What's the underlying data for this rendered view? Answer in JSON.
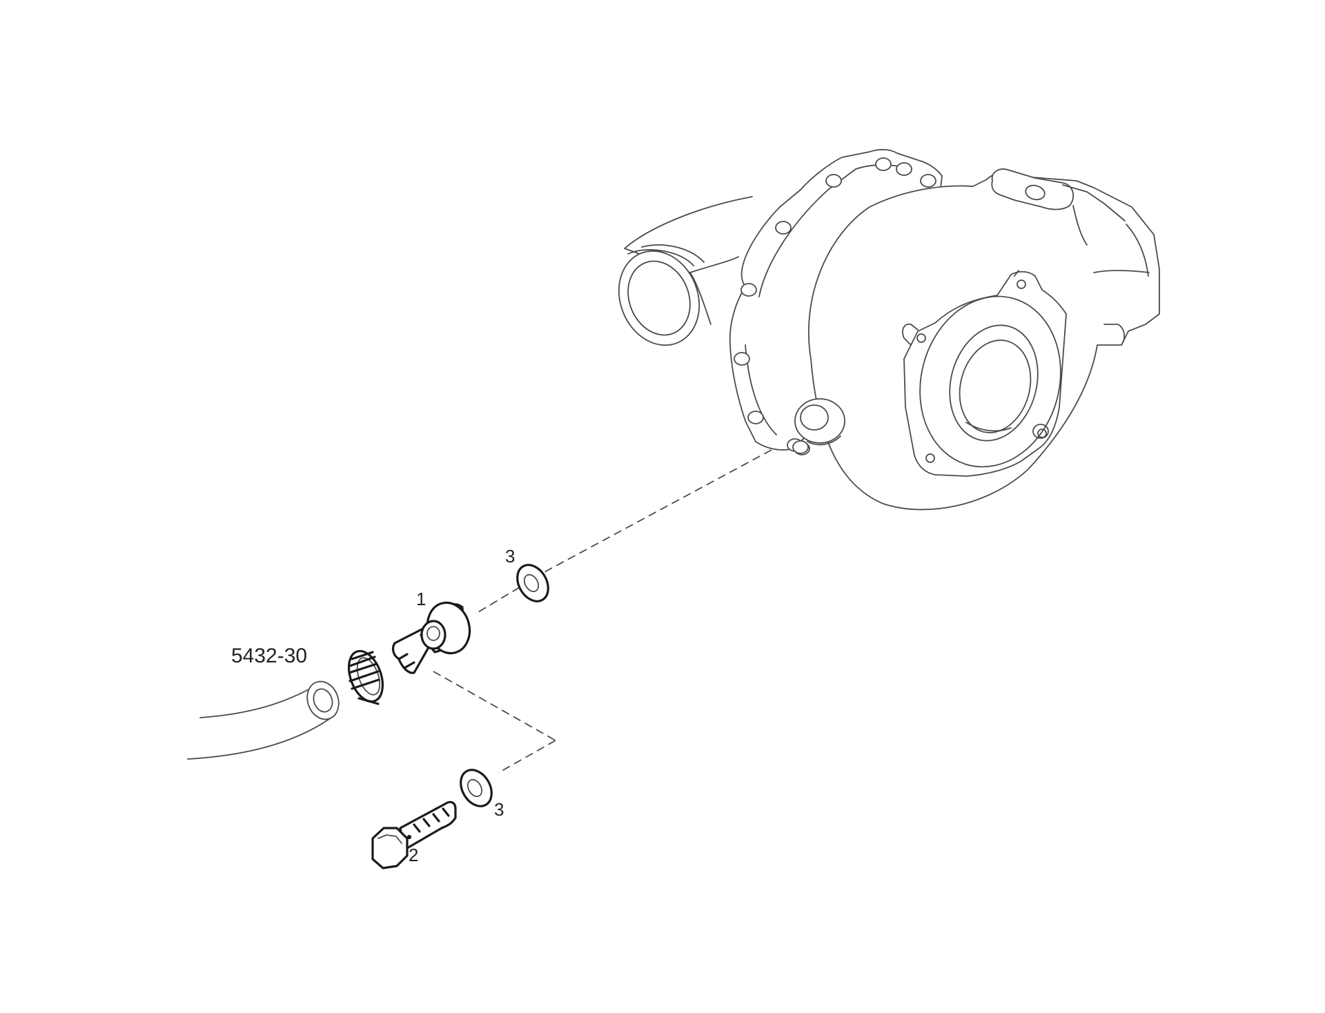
{
  "diagram": {
    "reference_label": "5432-30",
    "callouts": {
      "item1": "1",
      "item2": "2",
      "item3_upper": "3",
      "item3_lower": "3"
    },
    "parts": [
      {
        "name": "turbocharger-housing-icon"
      },
      {
        "name": "banjo-fitting-icon",
        "callout": "1"
      },
      {
        "name": "banjo-bolt-icon",
        "callout": "2"
      },
      {
        "name": "sealing-washer-icon",
        "callout": "3"
      },
      {
        "name": "hose-clamp-icon"
      },
      {
        "name": "hose-icon"
      }
    ]
  }
}
